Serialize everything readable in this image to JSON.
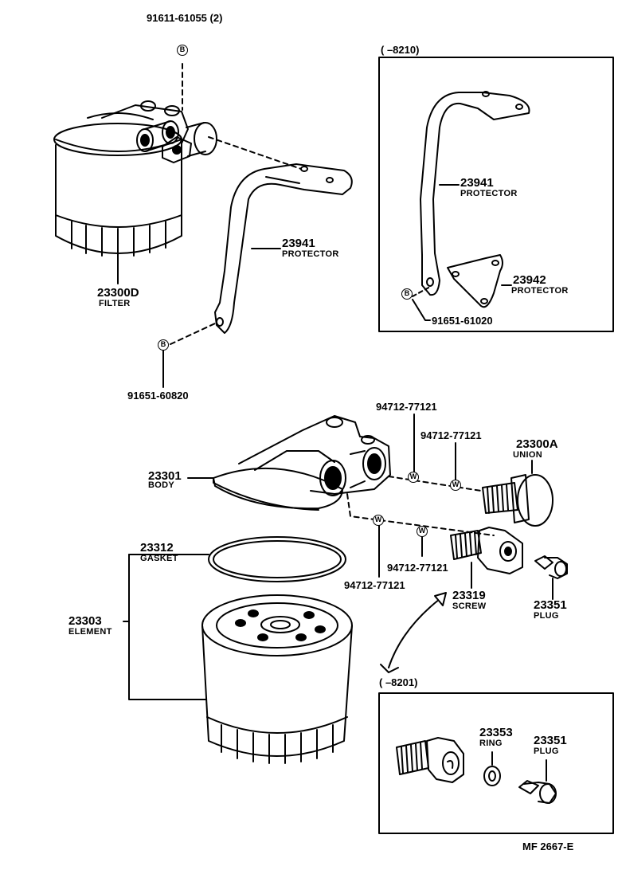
{
  "parts": {
    "filter_assy": {
      "number": "23300D",
      "name": "FILTER"
    },
    "protector_main": {
      "number": "23941",
      "name": "PROTECTOR"
    },
    "protector_inset": {
      "number": "23941",
      "name": "PROTECTOR"
    },
    "protector_bracket": {
      "number": "23942",
      "name": "PROTECTOR"
    },
    "body": {
      "number": "23301",
      "name": "BODY"
    },
    "union": {
      "number": "23300A",
      "name": "UNION"
    },
    "gasket": {
      "number": "23312",
      "name": "GASKET"
    },
    "element": {
      "number": "23303",
      "name": "ELEMENT"
    },
    "screw": {
      "number": "23319",
      "name": "SCREW"
    },
    "plug_main": {
      "number": "23351",
      "name": "PLUG"
    },
    "ring": {
      "number": "23353",
      "name": "RING"
    },
    "plug_inset": {
      "number": "23351",
      "name": "PLUG"
    }
  },
  "part_numbers": {
    "bolt_top": "91611-61055 (2)",
    "bolt_protector": "91651-60820",
    "bolt_inset": "91651-61020",
    "washer_1": "94712-77121",
    "washer_2": "94712-77121",
    "washer_3": "94712-77121",
    "washer_4": "94712-77121"
  },
  "markers": {
    "bolt": "B",
    "washer": "W"
  },
  "insets": {
    "upper_range": "(        –8210)",
    "lower_range": "(        –8201)"
  },
  "figure_code": "MF  2667-E"
}
